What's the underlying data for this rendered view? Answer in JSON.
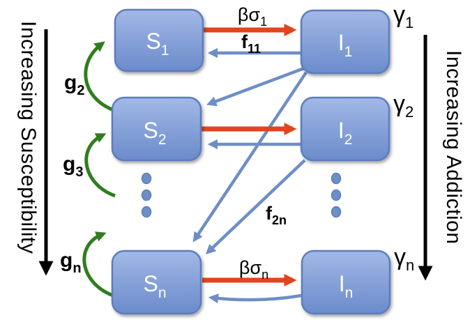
{
  "axes": {
    "left_label": "Increasing Susceptibility",
    "right_label": "Increasing Addiction"
  },
  "nodes": {
    "s1": {
      "main": "S",
      "sub": "1"
    },
    "s2": {
      "main": "S",
      "sub": "2"
    },
    "sn": {
      "main": "S",
      "sub": "n"
    },
    "i1": {
      "main": "I",
      "sub": "1"
    },
    "i2": {
      "main": "I",
      "sub": "2"
    },
    "in": {
      "main": "I",
      "sub": "n"
    }
  },
  "edge_labels": {
    "beta_sigma_1": {
      "main": "βσ",
      "sub": "1"
    },
    "f_11": {
      "main": "f",
      "sub": "11"
    },
    "beta_sigma_n": {
      "main": "βσ",
      "sub": "n"
    },
    "f_2n": {
      "main": "f",
      "sub": "2n"
    },
    "g_2": {
      "main": "g",
      "sub": "2"
    },
    "g_3": {
      "main": "g",
      "sub": "3"
    },
    "g_n": {
      "main": "g",
      "sub": "n"
    },
    "gamma_1": {
      "main": "γ",
      "sub": "1"
    },
    "gamma_2": {
      "main": "γ",
      "sub": "2"
    },
    "gamma_n": {
      "main": "γ",
      "sub": "n"
    }
  },
  "colors": {
    "box_top": "#a3b8e6",
    "box_bottom": "#6a8bcb",
    "box_border": "#5b7dbe",
    "arrow_red": "#e2441c",
    "arrow_blue": "#6e8ec6",
    "arrow_green": "#2f7d1f",
    "arrow_black": "#000000",
    "node_text": "#ffffff",
    "label_text": "#000000"
  }
}
